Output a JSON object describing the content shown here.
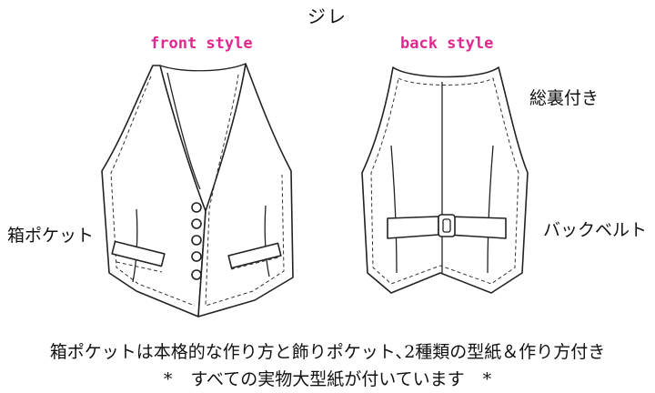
{
  "title": "ジレ",
  "front_label": "front style",
  "back_label": "back style",
  "labels": {
    "box_pocket": "箱ポケット",
    "full_lining": "総裏付き",
    "back_belt": "バックベルト"
  },
  "caption_line1": "箱ポケットは本格的な作り方と飾りポケット､2種類の型紙＆作り方付き",
  "caption_line2": {
    "star_left": "*",
    "text": "すべての実物大型紙が付いています",
    "star_right": "*"
  },
  "colors": {
    "accent": "#e0288f",
    "ink": "#111111"
  }
}
